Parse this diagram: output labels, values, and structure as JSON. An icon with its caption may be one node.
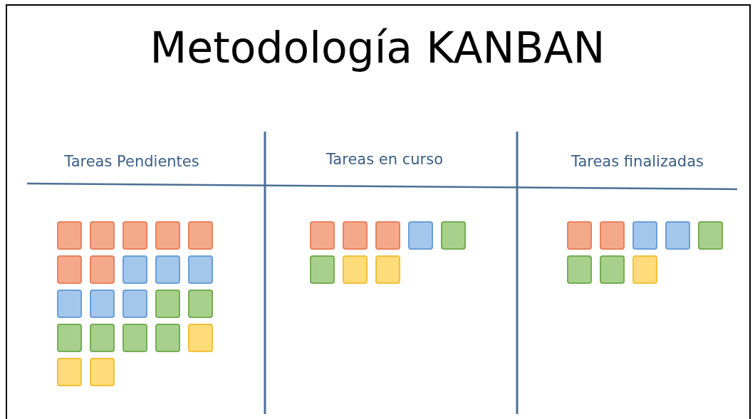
{
  "diagram": {
    "title": "Metodología KANBAN",
    "labels": [
      "Tareas Pendientes",
      "Tareas en curso",
      "Tareas finalizadas"
    ]
  }
}
